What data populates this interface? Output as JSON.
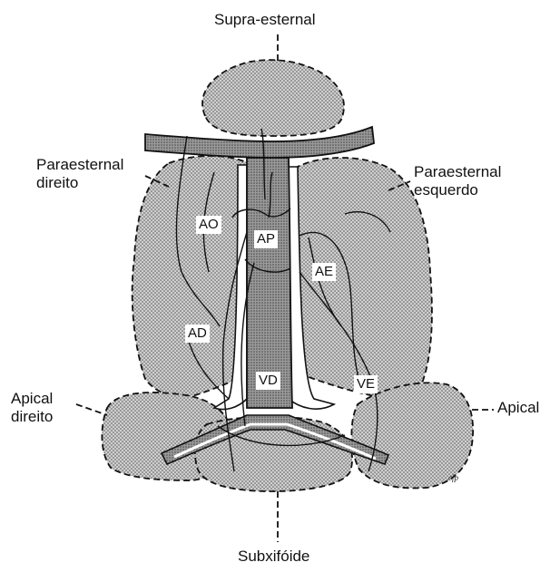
{
  "views": {
    "supra_esternal": "Supra-esternal",
    "paraesternal_direito": [
      "Paraesternal",
      "direito"
    ],
    "paraesternal_esquerdo": [
      "Paraesternal",
      "esquerdo"
    ],
    "apical_direito": [
      "Apical",
      "direito"
    ],
    "apical": "Apical",
    "subxifoide": "Subxifóide"
  },
  "chambers": {
    "ao": "AO",
    "ap": "AP",
    "ae": "AE",
    "ad": "AD",
    "vd": "VD",
    "ve": "VE"
  },
  "signature": "cfp",
  "colors": {
    "region_fill": "#c8c8c8",
    "vessel_fill": "#8f8f8f",
    "outline": "#111111"
  }
}
